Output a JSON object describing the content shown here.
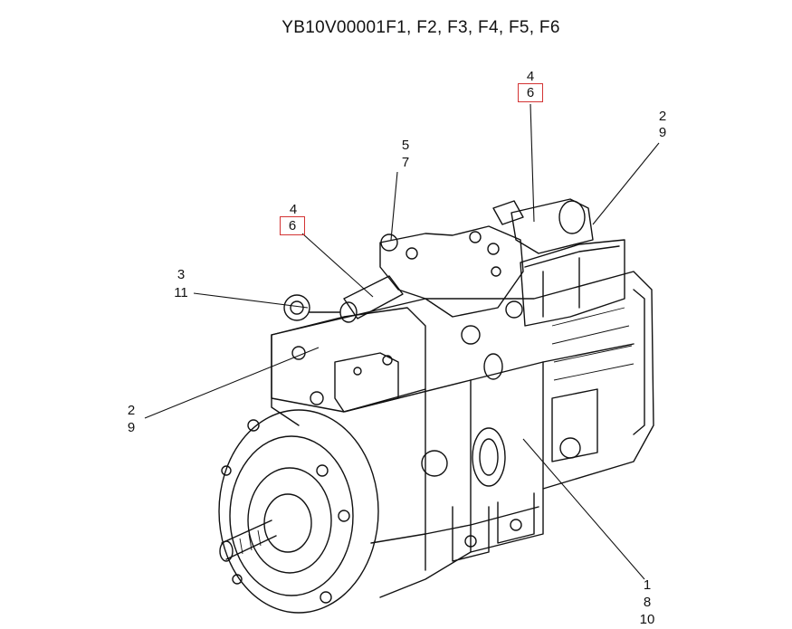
{
  "title": "YB10V00001F1, F2, F3, F4, F5, F6",
  "callouts": [
    {
      "id": "c4a",
      "lines": [
        "4",
        "6"
      ],
      "highlighted_line": 1,
      "highlight_color": "#d33333"
    },
    {
      "id": "c4b",
      "lines": [
        "4",
        "6"
      ],
      "highlighted_line": 1,
      "highlight_color": "#d33333"
    },
    {
      "id": "c2a",
      "lines": [
        "2",
        "9"
      ]
    },
    {
      "id": "c2b",
      "lines": [
        "2",
        "9"
      ]
    },
    {
      "id": "c5",
      "lines": [
        "5",
        "7"
      ]
    },
    {
      "id": "c3",
      "lines": [
        "3",
        "11"
      ]
    },
    {
      "id": "c1",
      "lines": [
        "1",
        "8",
        "10"
      ]
    }
  ]
}
